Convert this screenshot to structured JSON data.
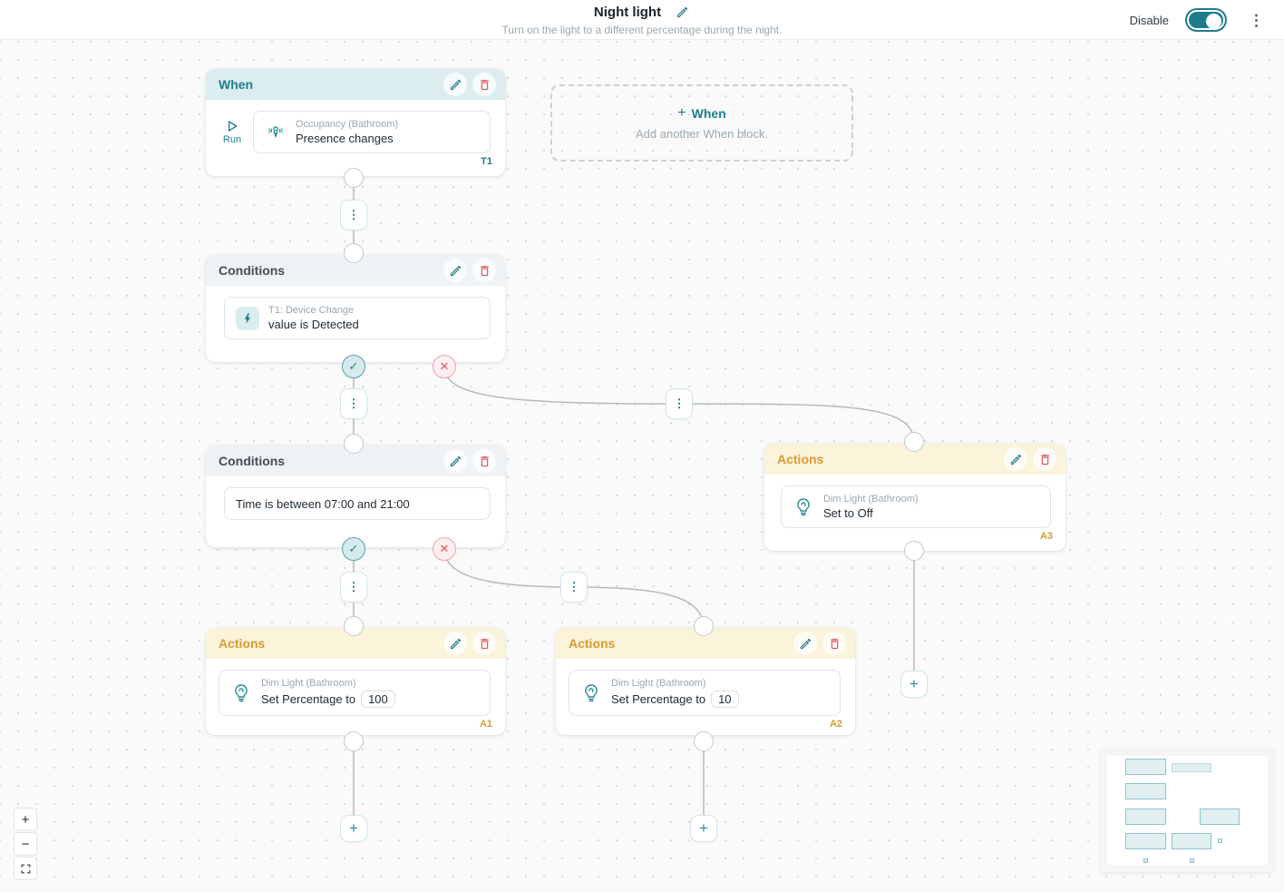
{
  "icons": {
    "kebab": "⋮",
    "plus": "+",
    "minus": "−",
    "check": "✓",
    "cross": "✕"
  },
  "colors": {
    "teal": "#1e7d8b",
    "orange": "#db9a34",
    "red": "#e05c69",
    "when_header_bg": "#dbedef",
    "conditions_header_bg": "#f0f3f6",
    "actions_header_bg": "#fbf3da",
    "canvas_bg": "#fafafa"
  },
  "header": {
    "title": "Night light",
    "subtitle": "Turn on the light to a different percentage during the night.",
    "disable_label": "Disable"
  },
  "blocks": {
    "when": {
      "title": "When",
      "run_label": "Run",
      "card": {
        "device": "Occupancy (Bathroom)",
        "event": "Presence changes"
      },
      "tag": "T1"
    },
    "add_when": {
      "label": "When",
      "hint": "Add another When block."
    },
    "conditions_device": {
      "title": "Conditions",
      "card": {
        "source": "T1: Device Change",
        "condition": "value is Detected"
      }
    },
    "conditions_time": {
      "title": "Conditions",
      "card": {
        "condition": "Time is between 07:00 and 21:00"
      }
    },
    "actions_a1": {
      "title": "Actions",
      "card": {
        "device": "Dim Light (Bathroom)",
        "action": "Set Percentage to",
        "value": "100"
      },
      "tag": "A1"
    },
    "actions_a2": {
      "title": "Actions",
      "card": {
        "device": "Dim Light (Bathroom)",
        "action": "Set Percentage to",
        "value": "10"
      },
      "tag": "A2"
    },
    "actions_a3": {
      "title": "Actions",
      "card": {
        "device": "Dim Light (Bathroom)",
        "action": "Set to Off"
      },
      "tag": "A3"
    }
  }
}
